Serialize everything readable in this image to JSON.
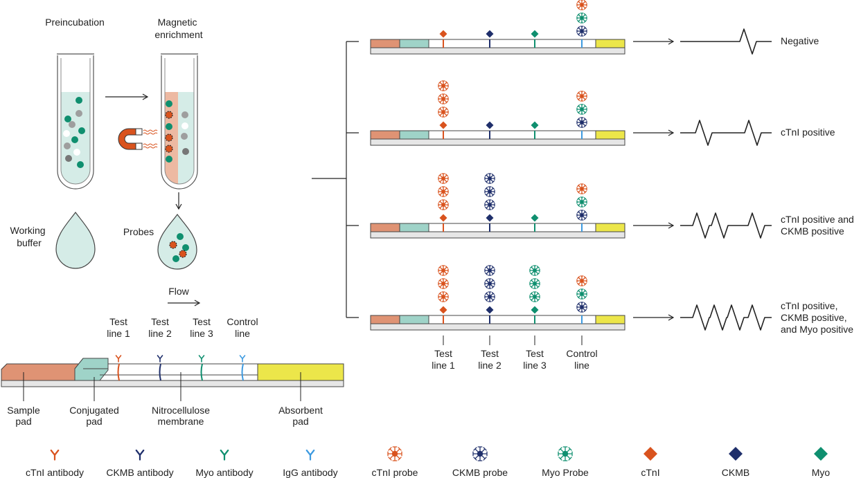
{
  "colors": {
    "ctni": "#d9531e",
    "ckmb": "#1f2f6b",
    "myo": "#0f8f6f",
    "igg": "#3d9ae0",
    "sample_pad": "#df9374",
    "conjugate_pad": "#9fd3c8",
    "absorbent_pad": "#ece64a",
    "fluid": "#d5ece7",
    "backing": "#e6e6e6"
  },
  "steps": {
    "preincubation": "Preincubation",
    "magnetic_enrichment_line1": "Magnetic",
    "magnetic_enrichment_line2": "enrichment",
    "working_buffer_line1": "Working",
    "working_buffer_line2": "buffer",
    "probes": "Probes",
    "flow": "Flow"
  },
  "strip_labels": {
    "test_line_1": [
      "Test",
      "line 1"
    ],
    "test_line_2": [
      "Test",
      "line 2"
    ],
    "test_line_3": [
      "Test",
      "line 3"
    ],
    "control_line": [
      "Control",
      "line"
    ],
    "sample_pad": [
      "Sample",
      "pad"
    ],
    "conjugated_pad": [
      "Conjugated",
      "pad"
    ],
    "nitrocellulose_membrane": [
      "Nitrocellulose",
      "membrane"
    ],
    "absorbent_pad": [
      "Absorbent",
      "pad"
    ]
  },
  "results": [
    {
      "label": [
        "Negative"
      ],
      "ctni_probes": 0,
      "ckmb_probes": 0,
      "myo_probes": 0,
      "peaks": 1
    },
    {
      "label": [
        "cTnI positive"
      ],
      "ctni_probes": 3,
      "ckmb_probes": 0,
      "myo_probes": 0,
      "peaks": 2
    },
    {
      "label": [
        "cTnI positive and",
        "CKMB positive"
      ],
      "ctni_probes": 3,
      "ckmb_probes": 3,
      "myo_probes": 0,
      "peaks": 3
    },
    {
      "label": [
        "cTnI positive,",
        "CKMB positive,",
        "and Myo positive"
      ],
      "ctni_probes": 3,
      "ckmb_probes": 3,
      "myo_probes": 3,
      "peaks": 4
    }
  ],
  "result_axis_labels": [
    [
      "Test",
      "line 1"
    ],
    [
      "Test",
      "line 2"
    ],
    [
      "Test",
      "line 3"
    ],
    [
      "Control",
      "line"
    ]
  ],
  "legend": [
    {
      "label": "cTnI antibody",
      "icon": "antibody-icon",
      "color_key": "ctni"
    },
    {
      "label": "CKMB antibody",
      "icon": "antibody-icon",
      "color_key": "ckmb"
    },
    {
      "label": "Myo antibody",
      "icon": "antibody-icon",
      "color_key": "myo"
    },
    {
      "label": "IgG antibody",
      "icon": "antibody-icon",
      "color_key": "igg"
    },
    {
      "label": "cTnI probe",
      "icon": "probe-icon",
      "color_key": "ctni"
    },
    {
      "label": "CKMB probe",
      "icon": "probe-icon",
      "color_key": "ckmb"
    },
    {
      "label": "Myo Probe",
      "icon": "probe-icon",
      "color_key": "myo"
    },
    {
      "label": "cTnI",
      "icon": "diamond-icon",
      "color_key": "ctni"
    },
    {
      "label": "CKMB",
      "icon": "diamond-icon",
      "color_key": "ckmb"
    },
    {
      "label": "Myo",
      "icon": "diamond-icon",
      "color_key": "myo"
    }
  ]
}
